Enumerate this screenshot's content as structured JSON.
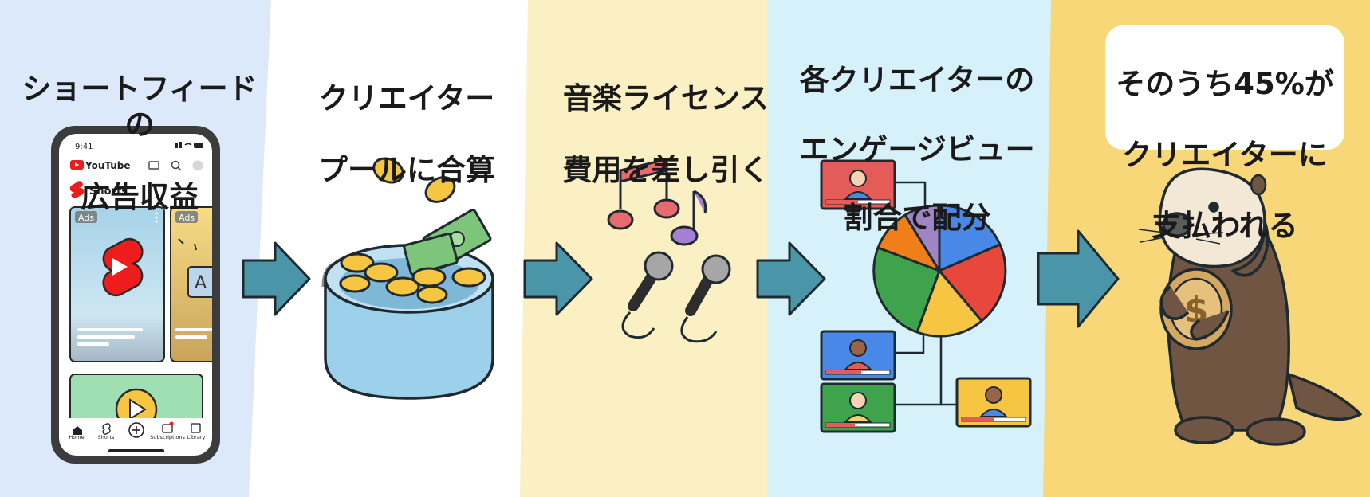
{
  "steps": [
    {
      "title": [
        "ショートフィードの",
        "広告収益"
      ]
    },
    {
      "title": [
        "クリエイター",
        "プールに合算"
      ]
    },
    {
      "title": [
        "音楽ライセンス",
        "費用を差し引く"
      ]
    },
    {
      "title": [
        "各クリエイターの",
        "エンゲージビュー",
        "割合で配分"
      ]
    },
    {
      "title": [
        "そのうち45%が",
        "クリエイターに",
        "支払われる"
      ]
    }
  ],
  "phone": {
    "time": "9:41",
    "app_name": "YouTube",
    "section": "Shorts",
    "ad_badge_1": "Ads",
    "ad_badge_2": "Ads",
    "card_letter": "A",
    "nav": [
      "Home",
      "Shorts",
      "Subscriptions",
      "Library"
    ]
  },
  "colors": {
    "panel_1": "#dbe9fb",
    "panel_2": "#ffffff",
    "panel_3": "#fbefc4",
    "panel_4": "#d6f1fa",
    "panel_5": "#f7d777",
    "arrow": "#4a95a8",
    "youtube_red": "#ee1c1c"
  },
  "icons": [
    "youtube-shorts-logo-icon",
    "coin-icon",
    "banknote-icon",
    "music-note-icon",
    "microphone-icon",
    "pie-chart-icon",
    "sea-otter-icon",
    "dollar-coin-icon"
  ]
}
